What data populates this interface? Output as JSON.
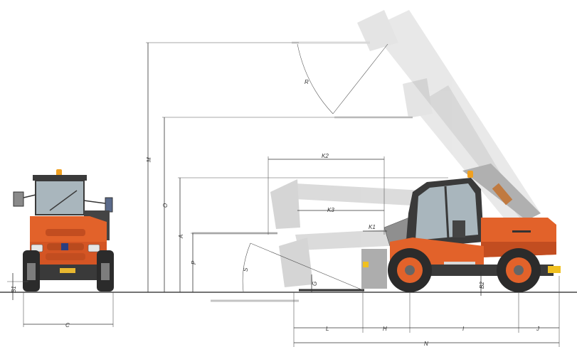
{
  "labels": {
    "B1": "B1",
    "C": "C",
    "M": "M",
    "O": "O",
    "A": "A",
    "P": "P",
    "S": "S",
    "R": "R",
    "G": "G",
    "K1": "K1",
    "K2": "K2",
    "K3": "K3",
    "B2": "B2",
    "L": "L",
    "H": "H",
    "I": "I",
    "J": "J",
    "N": "N"
  },
  "colors": {
    "body_orange": "#e2622a",
    "body_orange_dark": "#b8461b",
    "body_orange_light": "#f08a55",
    "chassis_dark": "#3a3a3a",
    "tire": "#2b2b2b",
    "boom_grey": "#9a9a9a",
    "glass": "#a9b6bd",
    "beacon": "#f0a020",
    "dimension": "#333333"
  }
}
